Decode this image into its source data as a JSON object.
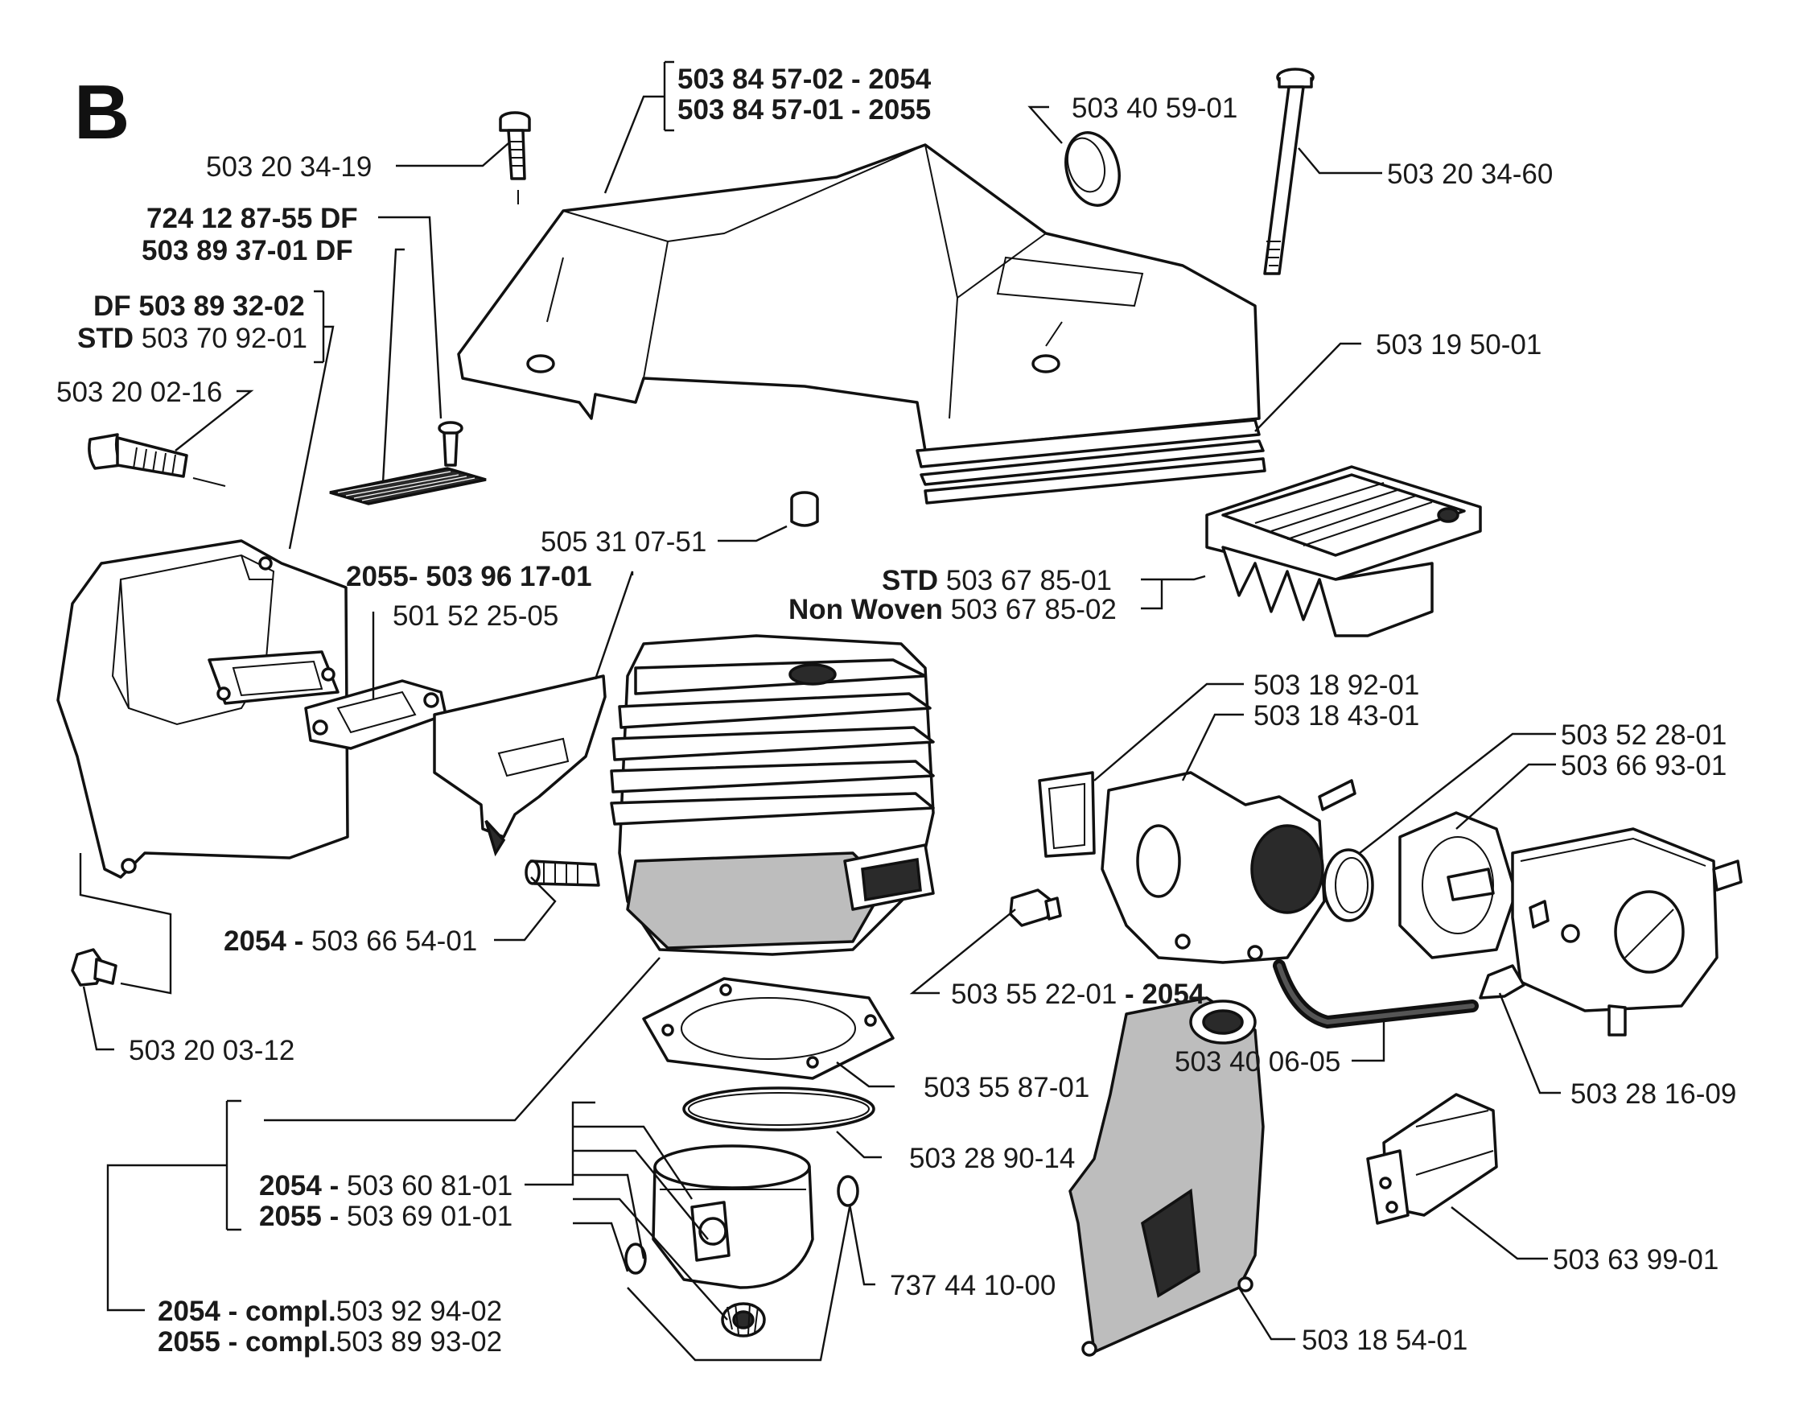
{
  "section_letter": "B",
  "labels": {
    "top_cover_2054": "503 84 57-02 - 2054",
    "top_cover_2055": "503 84 57-01 - 2055",
    "plug_cap": "503 40 59-01",
    "screw_top_left": "503 20 34-19",
    "long_bolt": "503 20 34-60",
    "screen_screw_df": "724 12 87-55 DF",
    "screen_df": "503 89 37-01 DF",
    "muffler_df": "DF 503 89 32-02",
    "muffler_std": "STD 503 70 92-01",
    "muffler_bolt": "503 20 02-16",
    "filter_gasket": "503 19 50-01",
    "sleeve": "505 31 07-51",
    "filter_std": "STD 503 67 85-01",
    "filter_nonwoven": "Non Woven 503 67 85-02",
    "heat_shield_2055": "2055- 503 96 17-01",
    "muffler_gasket": "501 52 25-05",
    "decomp_valve": "2054 - 503 66 54-01",
    "muffler_screw": "503 20 03-12",
    "intake_bracket_a": "503 18 92-01",
    "intake_bracket_b": "503 18 43-01",
    "carb_ring": "503 52 28-01",
    "carb_adapter": "503 66 93-01",
    "cylinder_plug_2054": "503 55 22-01 - 2054",
    "cylinder_base_gasket": "503 55 87-01",
    "impulse_hose": "503 40 06-05",
    "carb_nipple": "503 28 16-09",
    "piston_ring": "503 28 90-14",
    "piston_2054": "2054 - 503 60 81-01",
    "piston_2055": "2055 - 503 69 01-01",
    "circlip": "737 44 10-00",
    "rubber_mount": "503 63 99-01",
    "cylinder_compl_2054": "2054 - compl.503 92 94-02",
    "cylinder_compl_2055": "2055 - compl.503 89 93-02",
    "intake_housing": "503 18 54-01"
  }
}
